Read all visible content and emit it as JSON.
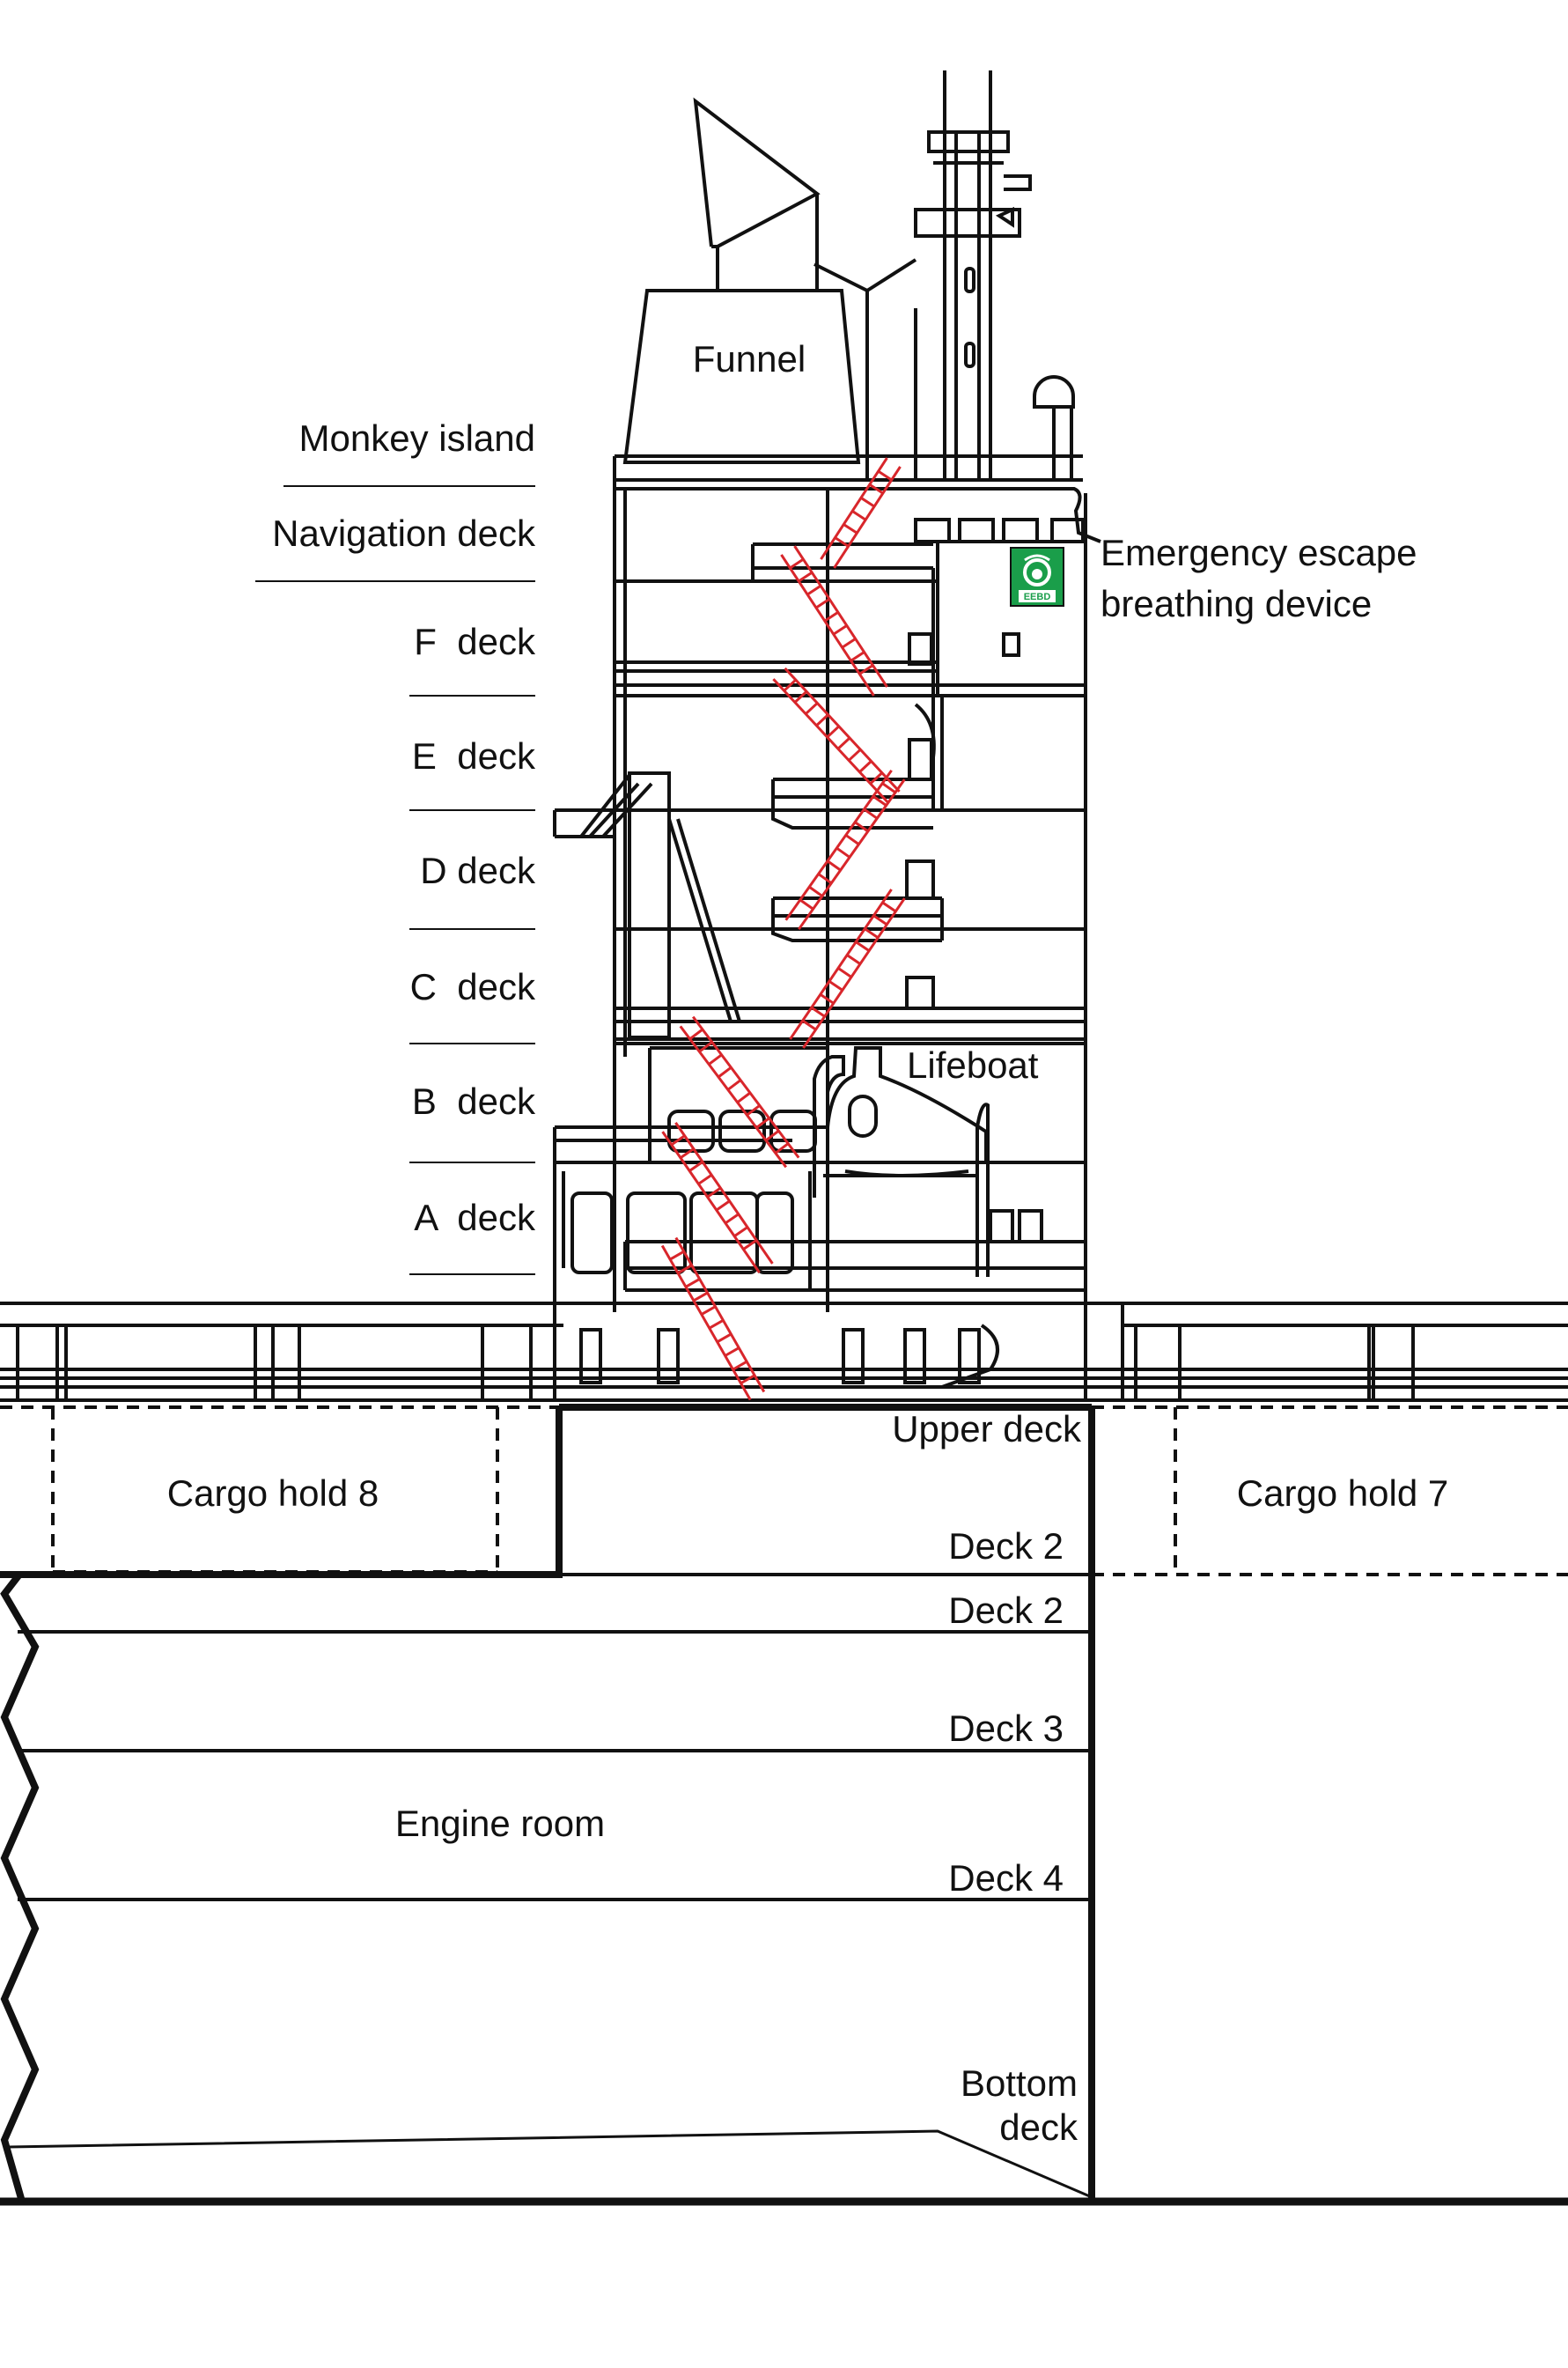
{
  "labels": {
    "funnel": "Funnel",
    "monkey_island": "Monkey island",
    "navigation_deck": "Navigation deck",
    "f_deck": "F  deck",
    "e_deck": "E  deck",
    "d_deck": "D deck",
    "c_deck": "C  deck",
    "b_deck": "B  deck",
    "a_deck": "A  deck",
    "eebd_line1": "Emergency escape",
    "eebd_line2": "breathing device",
    "eebd_sign": "EEBD",
    "lifeboat": "Lifeboat",
    "upper_deck": "Upper deck",
    "cargo_hold_8": "Cargo hold 8",
    "cargo_hold_7": "Cargo hold 7",
    "deck2_upper": "Deck 2",
    "deck2_lower": "Deck 2",
    "deck3": "Deck 3",
    "deck4": "Deck 4",
    "engine_room": "Engine room",
    "bottom_deck_line1": "Bottom",
    "bottom_deck_line2": "deck"
  },
  "colors": {
    "line": "#111111",
    "escape_route": "#d8262b",
    "eebd_sign": "#1a9e4a"
  }
}
